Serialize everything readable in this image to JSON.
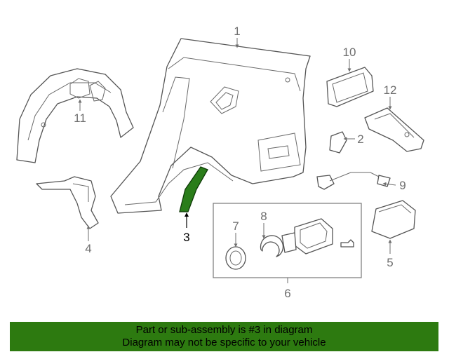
{
  "diagram": {
    "callouts": {
      "c1": "1",
      "c2": "2",
      "c3": "3",
      "c4": "4",
      "c5": "5",
      "c6": "6",
      "c7": "7",
      "c8": "8",
      "c9": "9",
      "c10": "10",
      "c11": "11",
      "c12": "12"
    },
    "highlight_part": "3",
    "highlight_color": "#2a7d1a"
  },
  "banner": {
    "line1": "Part or sub-assembly is #3 in diagram",
    "line2": "Diagram may not be specific to your vehicle",
    "background": "#2d7a10"
  }
}
